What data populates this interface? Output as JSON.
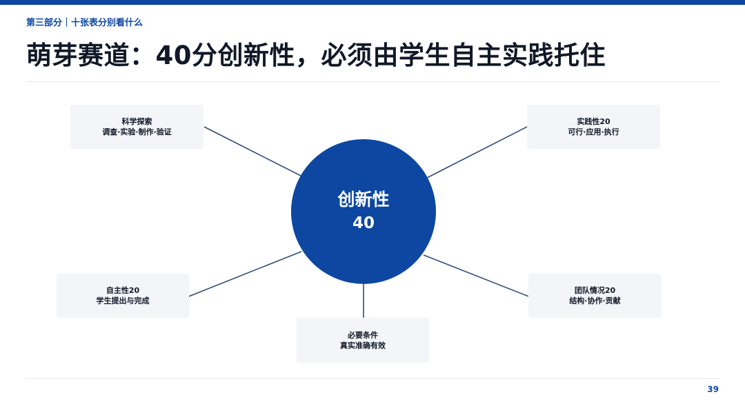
{
  "header": {
    "section": "第三部分｜十张表分别看什么",
    "title": "萌芽赛道：40分创新性，必须由学生自主实践托住"
  },
  "diagram": {
    "hub": {
      "title": "创新性",
      "value": "40"
    },
    "nodes": {
      "science": {
        "line1": "科学探索",
        "line2": "调查·实验·制作·验证"
      },
      "practice": {
        "line1": "实践性20",
        "line2": "可行·应用·执行"
      },
      "autonomy": {
        "line1": "自主性20",
        "line2": "学生提出与完成"
      },
      "team": {
        "line1": "团队情况20",
        "line2": "结构·协作·贡献"
      },
      "required": {
        "line1": "必要条件",
        "line2": "真实准确有效"
      }
    },
    "colors": {
      "accent": "#0d47a1",
      "node_background": "#f3f5f9",
      "connector": "#2f4a7a"
    }
  },
  "footer": {
    "page_number": "39"
  }
}
